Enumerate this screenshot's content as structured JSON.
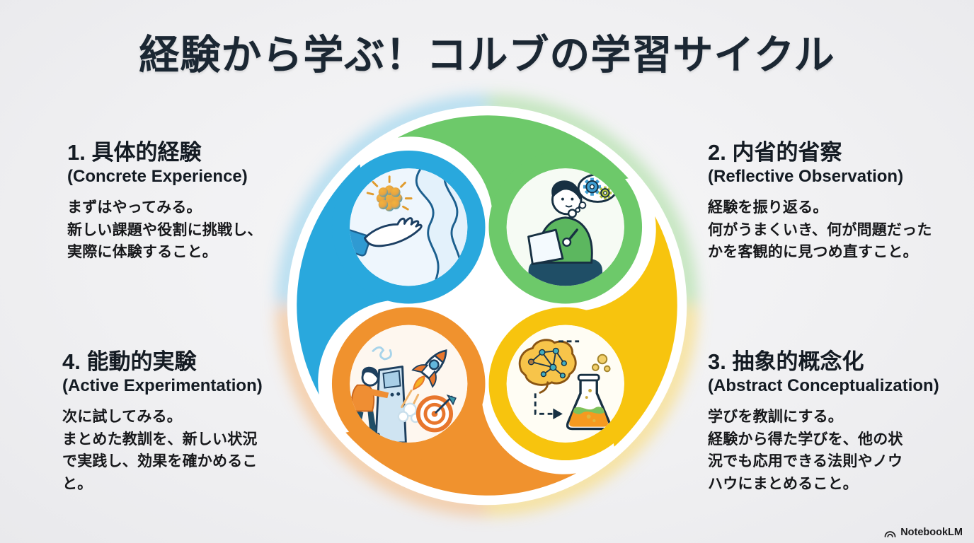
{
  "title": "経験から学ぶ！コルブの学習サイクル",
  "stages": [
    {
      "heading": "1. 具体的経験",
      "subheading": "(Concrete Experience)",
      "body": "まずはやってみる。\n新しい課題や役割に挑戦し、\n実際に体験すること。",
      "color": "#29a8dd",
      "position": "top-left",
      "icon": "hand-offering-river-icon"
    },
    {
      "heading": "2. 内省的省察",
      "subheading": "(Reflective Observation)",
      "body": "経験を振り返る。\n何がうまくいき、何が問題だった\nかを客観的に見つめ直すこと。",
      "color": "#6dc96a",
      "position": "top-right",
      "icon": "person-reflecting-icon"
    },
    {
      "heading": "3. 抽象的概念化",
      "subheading": "(Abstract Conceptualization)",
      "body": "学びを教訓にする。\n経験から得た学びを、他の状\n況でも応用できる法則やノウ\nハウにまとめること。",
      "color": "#f7c40e",
      "position": "bottom-right",
      "icon": "brain-flask-icon"
    },
    {
      "heading": "4. 能動的実験",
      "subheading": "(Active Experimentation)",
      "body": "次に試してみる。\nまとめた教訓を、新しい状況\nで実践し、効果を確かめるこ\nと。",
      "color": "#f0922e",
      "position": "bottom-left",
      "icon": "rocket-launch-icon"
    }
  ],
  "watermark": {
    "label": "NotebookLM"
  }
}
